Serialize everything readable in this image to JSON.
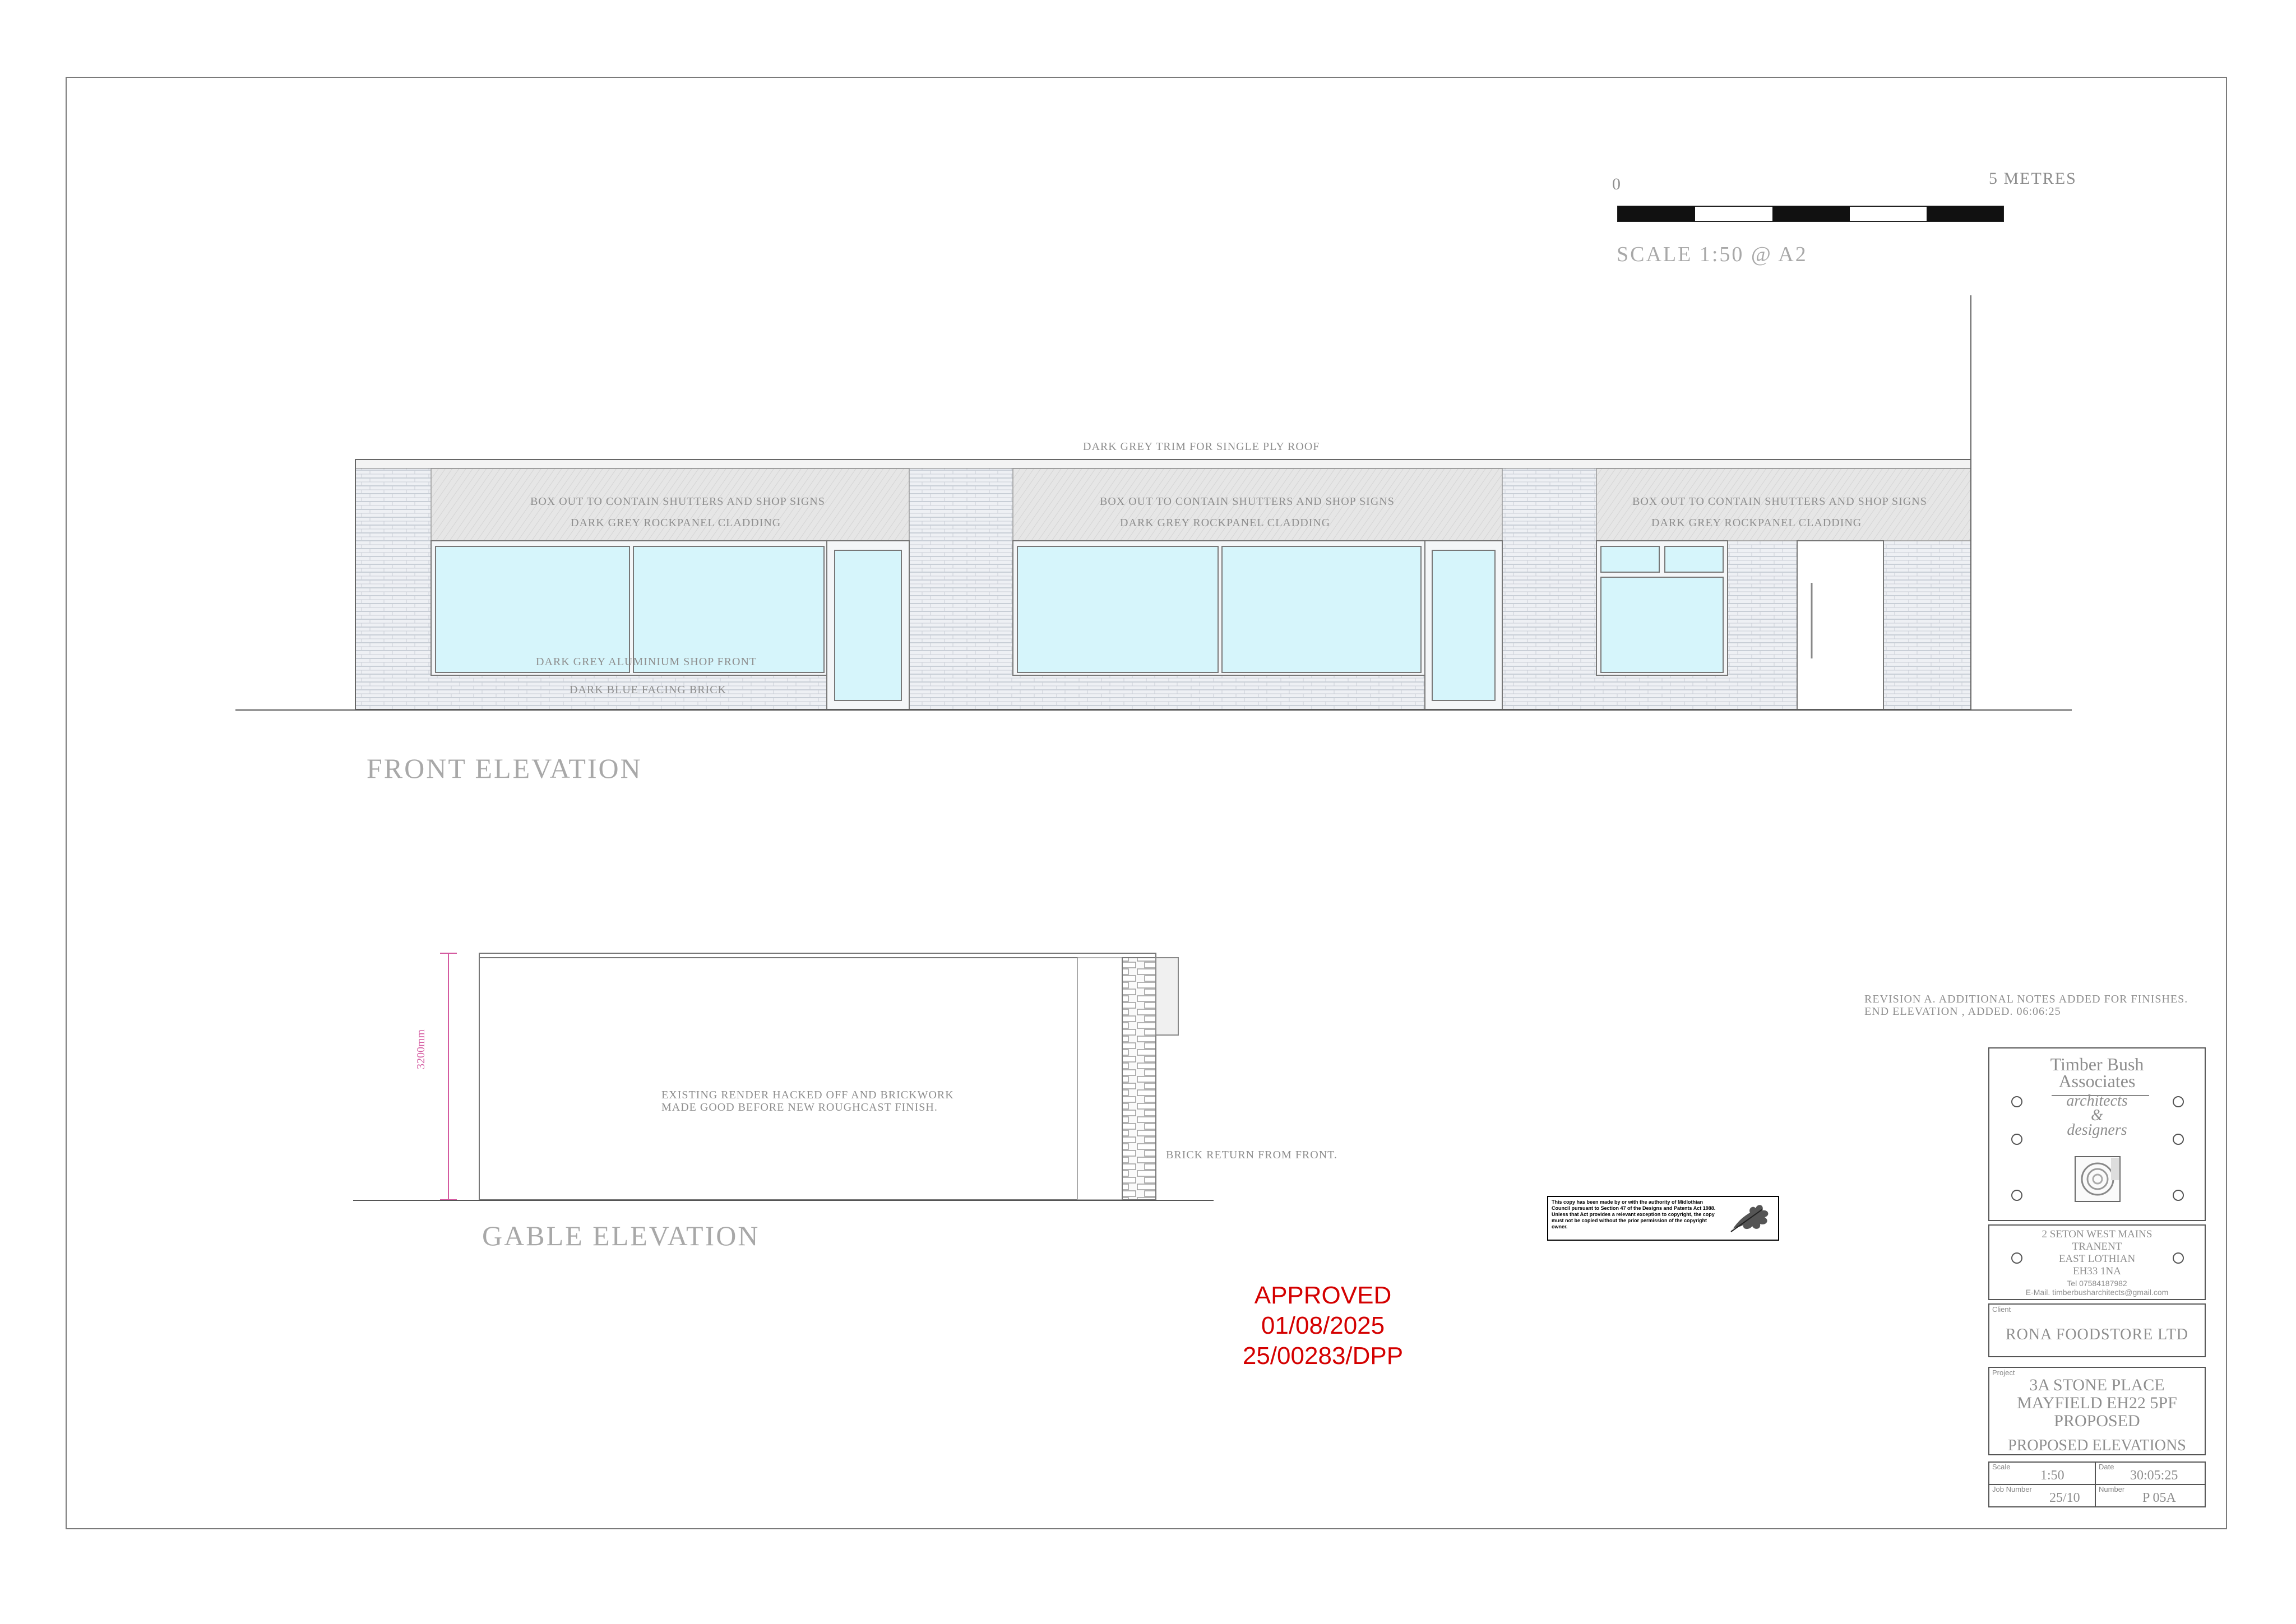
{
  "scale_bar": {
    "start_label": "0",
    "end_label": "5 METRES",
    "caption": "SCALE 1:50 @ A2"
  },
  "front_elevation": {
    "title": "FRONT ELEVATION",
    "roof_note": "DARK GREY TRIM FOR SINGLE PLY ROOF",
    "box_note": "BOX OUT TO CONTAIN SHUTTERS AND SHOP SIGNS",
    "cladding_note": "DARK GREY ROCKPANEL CLADDING",
    "shopfront_note": "DARK GREY ALUMINIUM SHOP FRONT",
    "brick_note": "DARK BLUE FACING BRICK"
  },
  "gable_elevation": {
    "title": "GABLE ELEVATION",
    "render_note_line1": "EXISTING RENDER HACKED OFF AND BRICKWORK",
    "render_note_line2": "MADE GOOD BEFORE NEW ROUGHCAST FINISH.",
    "brick_return_note": "BRICK RETURN FROM FRONT.",
    "height_dimension": "3200mm"
  },
  "revision_note": {
    "line1": "REVISION A. ADDITIONAL NOTES ADDED FOR FINISHES.",
    "line2": "END ELEVATION , ADDED. 06:06:25"
  },
  "approval_stamp": {
    "line1": "APPROVED",
    "line2": "01/08/2025",
    "line3": "25/00283/DPP",
    "color": "#d40000"
  },
  "copyright_notice": {
    "text": "This copy has been made by or with the authority of Midlothian Council pursuant to Section 47 of the Designs and Patents Act 1988. Unless that Act provides a relevant exception to copyright, the copy must not be copied without the prior permission of the copyright owner.",
    "icon": "oak-leaf-icon"
  },
  "title_block": {
    "firm_line1": "Timber Bush",
    "firm_line2": "Associates",
    "tagline1": "architects",
    "tagline2": "&",
    "tagline3": "designers",
    "logo_icon": "spiral-logo-icon",
    "address": [
      "2 SETON WEST MAINS",
      "TRANENT",
      "EAST LOTHIAN",
      "EH33 1NA"
    ],
    "tel": "Tel 07584187982",
    "email": "E-Mail. timberbusharchitects@gmail.com",
    "client_label": "Client",
    "client": "RONA FOODSTORE LTD",
    "project_label": "Project",
    "project_lines": [
      "3A STONE PLACE",
      "MAYFIELD EH22 5PF",
      "PROPOSED"
    ],
    "drawing_title": "PROPOSED ELEVATIONS",
    "scale_label": "Scale",
    "scale": "1:50",
    "date_label": "Date",
    "date": "30:05:25",
    "job_label": "Job Number",
    "job": "25/10",
    "number_label": "Number",
    "number": "P 05A"
  }
}
